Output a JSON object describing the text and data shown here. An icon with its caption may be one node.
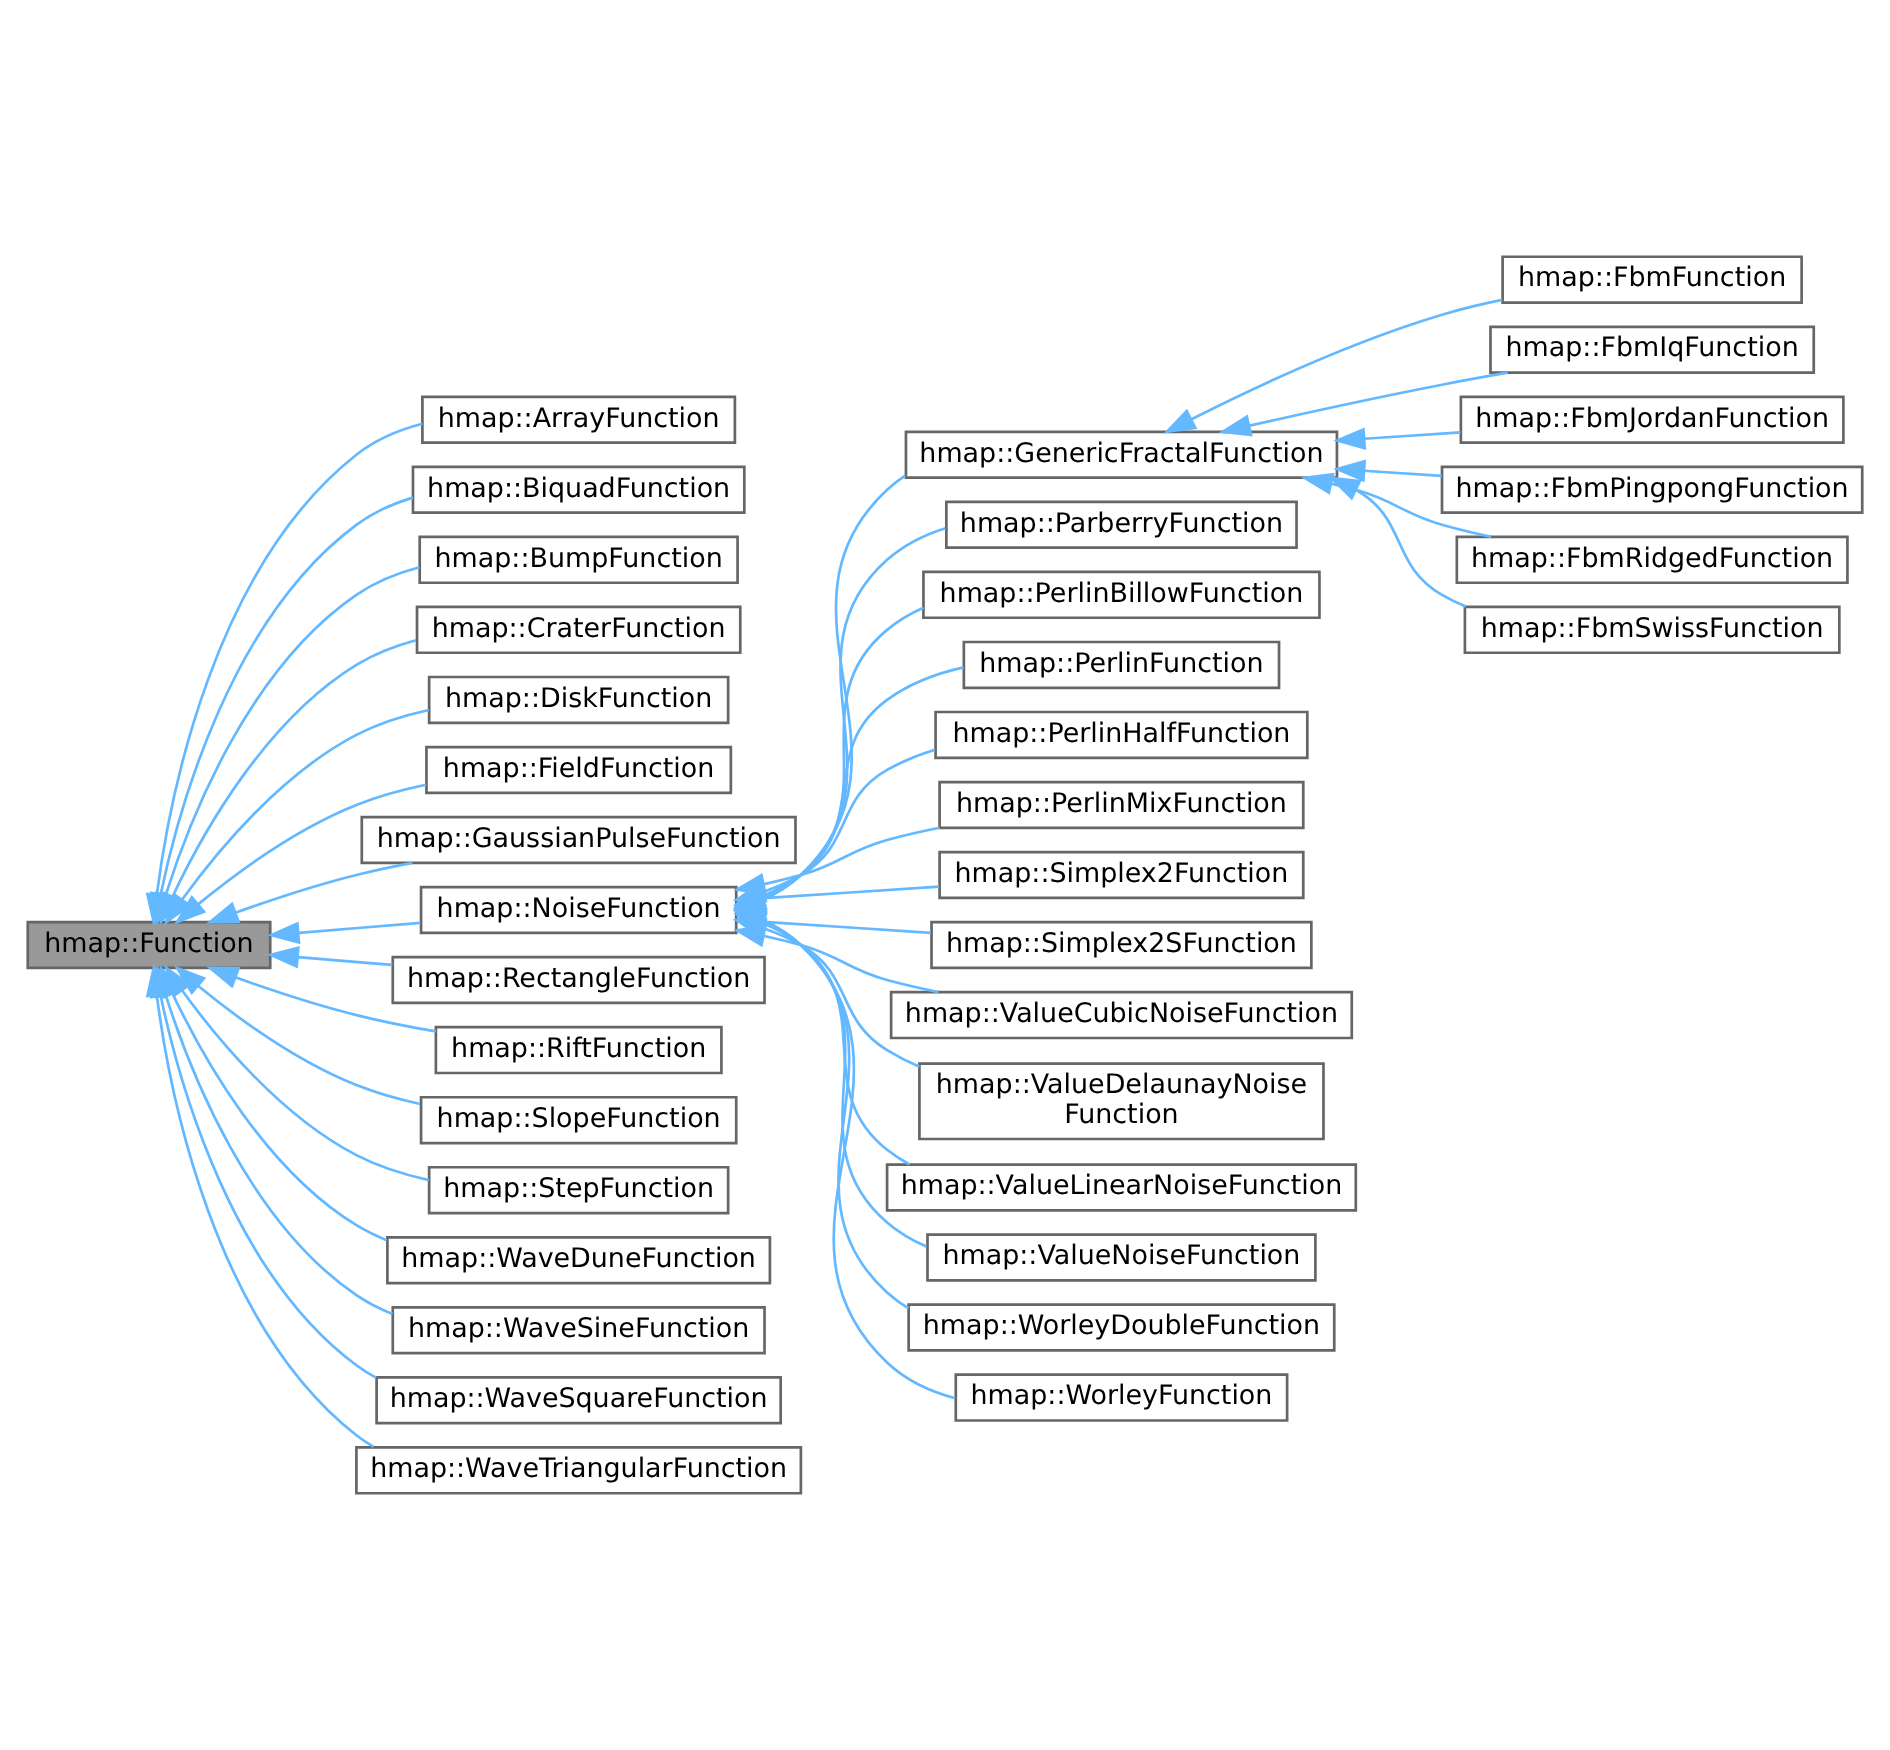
{
  "diagram": {
    "nodes": [
      {
        "text": [
          "hmap::Function"
        ]
      },
      {
        "text": [
          "hmap::ArrayFunction"
        ]
      },
      {
        "text": [
          "hmap::BiquadFunction"
        ]
      },
      {
        "text": [
          "hmap::BumpFunction"
        ]
      },
      {
        "text": [
          "hmap::CraterFunction"
        ]
      },
      {
        "text": [
          "hmap::DiskFunction"
        ]
      },
      {
        "text": [
          "hmap::FieldFunction"
        ]
      },
      {
        "text": [
          "hmap::GaussianPulseFunction"
        ]
      },
      {
        "text": [
          "hmap::NoiseFunction"
        ]
      },
      {
        "text": [
          "hmap::RectangleFunction"
        ]
      },
      {
        "text": [
          "hmap::RiftFunction"
        ]
      },
      {
        "text": [
          "hmap::SlopeFunction"
        ]
      },
      {
        "text": [
          "hmap::StepFunction"
        ]
      },
      {
        "text": [
          "hmap::WaveDuneFunction"
        ]
      },
      {
        "text": [
          "hmap::WaveSineFunction"
        ]
      },
      {
        "text": [
          "hmap::WaveSquareFunction"
        ]
      },
      {
        "text": [
          "hmap::WaveTriangularFunction"
        ]
      },
      {
        "text": [
          "hmap::GenericFractalFunction"
        ]
      },
      {
        "text": [
          "hmap::ParberryFunction"
        ]
      },
      {
        "text": [
          "hmap::PerlinBillowFunction"
        ]
      },
      {
        "text": [
          "hmap::PerlinFunction"
        ]
      },
      {
        "text": [
          "hmap::PerlinHalfFunction"
        ]
      },
      {
        "text": [
          "hmap::PerlinMixFunction"
        ]
      },
      {
        "text": [
          "hmap::Simplex2Function"
        ]
      },
      {
        "text": [
          "hmap::Simplex2SFunction"
        ]
      },
      {
        "text": [
          "hmap::ValueCubicNoiseFunction"
        ]
      },
      {
        "text": [
          "hmap::ValueDelaunayNoise Function"
        ]
      },
      {
        "text": [
          "hmap::ValueLinearNoiseFunction"
        ]
      },
      {
        "text": [
          "hmap::ValueNoiseFunction"
        ]
      },
      {
        "text": [
          "hmap::WorleyDoubleFunction"
        ]
      },
      {
        "text": [
          "hmap::WorleyFunction"
        ]
      },
      {
        "text": [
          "hmap::FbmFunction"
        ]
      },
      {
        "text": [
          "hmap::FbmIqFunction"
        ]
      },
      {
        "text": [
          "hmap::FbmJordanFunction"
        ]
      },
      {
        "text": [
          "hmap::FbmPingpongFunction"
        ]
      },
      {
        "text": [
          "hmap::FbmRidgedFunction"
        ]
      },
      {
        "text": [
          "hmap::FbmSwissFunction"
        ]
      }
    ],
    "edges": [
      {
        "from": 1,
        "to": 0,
        "arrow": "to"
      },
      {
        "from": 2,
        "to": 0,
        "arrow": "to"
      },
      {
        "from": 3,
        "to": 0,
        "arrow": "to"
      },
      {
        "from": 4,
        "to": 0,
        "arrow": "to"
      },
      {
        "from": 5,
        "to": 0,
        "arrow": "to"
      },
      {
        "from": 6,
        "to": 0,
        "arrow": "to"
      },
      {
        "from": 7,
        "to": 0,
        "arrow": "to"
      },
      {
        "from": 8,
        "to": 0,
        "arrow": "to"
      },
      {
        "from": 9,
        "to": 0,
        "arrow": "to"
      },
      {
        "from": 10,
        "to": 0,
        "arrow": "to"
      },
      {
        "from": 11,
        "to": 0,
        "arrow": "to"
      },
      {
        "from": 12,
        "to": 0,
        "arrow": "to"
      },
      {
        "from": 13,
        "to": 0,
        "arrow": "to"
      },
      {
        "from": 14,
        "to": 0,
        "arrow": "to"
      },
      {
        "from": 15,
        "to": 0,
        "arrow": "to"
      },
      {
        "from": 16,
        "to": 0,
        "arrow": "to"
      },
      {
        "from": 17,
        "to": 8,
        "arrow": "to"
      },
      {
        "from": 18,
        "to": 8,
        "arrow": "to"
      },
      {
        "from": 19,
        "to": 8,
        "arrow": "to"
      },
      {
        "from": 20,
        "to": 8,
        "arrow": "to"
      },
      {
        "from": 21,
        "to": 8,
        "arrow": "to"
      },
      {
        "from": 22,
        "to": 8,
        "arrow": "to"
      },
      {
        "from": 23,
        "to": 8,
        "arrow": "to"
      },
      {
        "from": 24,
        "to": 8,
        "arrow": "to"
      },
      {
        "from": 25,
        "to": 8,
        "arrow": "to"
      },
      {
        "from": 26,
        "to": 8,
        "arrow": "to"
      },
      {
        "from": 27,
        "to": 8,
        "arrow": "to"
      },
      {
        "from": 28,
        "to": 8,
        "arrow": "to"
      },
      {
        "from": 29,
        "to": 8,
        "arrow": "to"
      },
      {
        "from": 30,
        "to": 8,
        "arrow": "to"
      },
      {
        "from": 31,
        "to": 17,
        "arrow": "to"
      },
      {
        "from": 32,
        "to": 17,
        "arrow": "to"
      },
      {
        "from": 33,
        "to": 17,
        "arrow": "to"
      },
      {
        "from": 34,
        "to": 17,
        "arrow": "to"
      },
      {
        "from": 35,
        "to": 17,
        "arrow": "to"
      },
      {
        "from": 36,
        "to": 17,
        "arrow": "to"
      }
    ]
  }
}
